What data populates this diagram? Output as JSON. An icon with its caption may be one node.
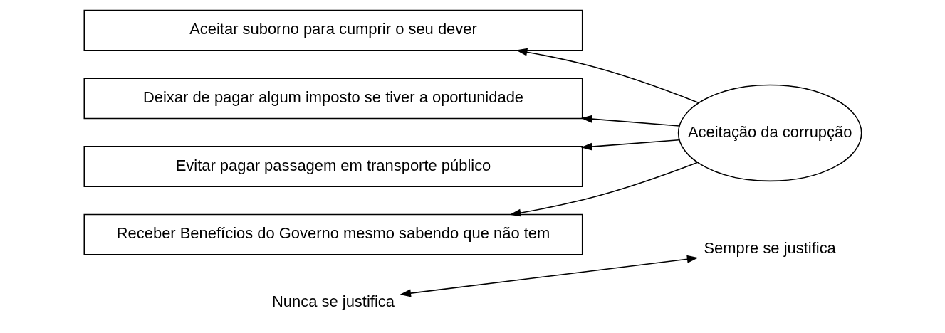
{
  "diagram": {
    "nodes": [
      {
        "text": [
          "Nunca se justifica"
        ]
      },
      {
        "text": [
          "Sempre se justifica"
        ]
      },
      {
        "text": [
          "Aceitar suborno para cumprir o seu dever"
        ]
      },
      {
        "text": [
          "Deixar de pagar algum imposto se tiver a oportunidade"
        ]
      },
      {
        "text": [
          "Evitar pagar passagem em transporte público"
        ]
      },
      {
        "text": [
          "Receber Benefícios do Governo mesmo sabendo que não tem"
        ]
      },
      {
        "text": [
          "Aceitação da corrupção"
        ]
      }
    ],
    "edges": [
      {
        "from": 0,
        "to": 1,
        "arrow": "both"
      },
      {
        "from": 6,
        "to": 2,
        "arrow": "to"
      },
      {
        "from": 6,
        "to": 3,
        "arrow": "to"
      },
      {
        "from": 6,
        "to": 4,
        "arrow": "to"
      },
      {
        "from": 6,
        "to": 5,
        "arrow": "to"
      }
    ]
  }
}
